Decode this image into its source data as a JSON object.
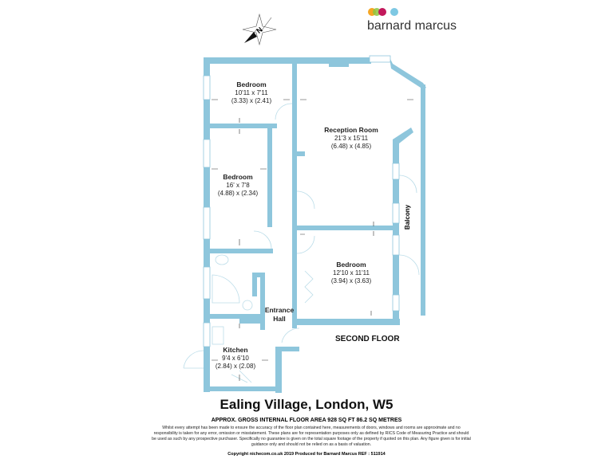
{
  "brand": {
    "name": "barnard marcus",
    "dot_colors": [
      "#f5a623",
      "#8dc63f",
      "#c2185b",
      "#7ec8e3"
    ]
  },
  "compass": {
    "label": "N"
  },
  "wall_color": "#8ec6dc",
  "rooms": [
    {
      "name": "Bedroom",
      "imperial": "10'11 x 7'11",
      "metric": "(3.33) x (2.41)"
    },
    {
      "name": "Reception Room",
      "imperial": "21'3 x 15'11",
      "metric": "(6.48) x (4.85)"
    },
    {
      "name": "Bedroom",
      "imperial": "16' x 7'8",
      "metric": "(4.88) x (2.34)"
    },
    {
      "name": "Bedroom",
      "imperial": "12'10 x 11'11",
      "metric": "(3.94) x (3.63)"
    },
    {
      "name": "Kitchen",
      "imperial": "9'4 x 6'10",
      "metric": "(2.84) x (2.08)"
    }
  ],
  "labels": {
    "entrance_hall_1": "Entrance",
    "entrance_hall_2": "Hall",
    "balcony": "Balcony",
    "floor": "SECOND FLOOR"
  },
  "footer": {
    "title": "Ealing Village, London, W5",
    "area": "APPROX. GROSS INTERNAL FLOOR AREA 928 SQ FT 86.2 SQ METRES",
    "disclaimer": "Whilst every attempt has been made to ensure the accuracy of the floor plan contained here, measurements of doors, windows and rooms are approximate and no responsibility is taken for any error, omission or misstatement. These plans are for representation purposes only as defined by RICS Code of Measuring Practice and should be used as such by any prospective purchaser.  Specifically no guarantee is given on the total square footage of the property if quoted on this plan. Any figure given is for initial guidance only and should not be relied on as a basis of valuation.",
    "copyright": "Copyright nichecom.co.uk 2019    Produced for Barnard Marcus    REF : 511914"
  }
}
